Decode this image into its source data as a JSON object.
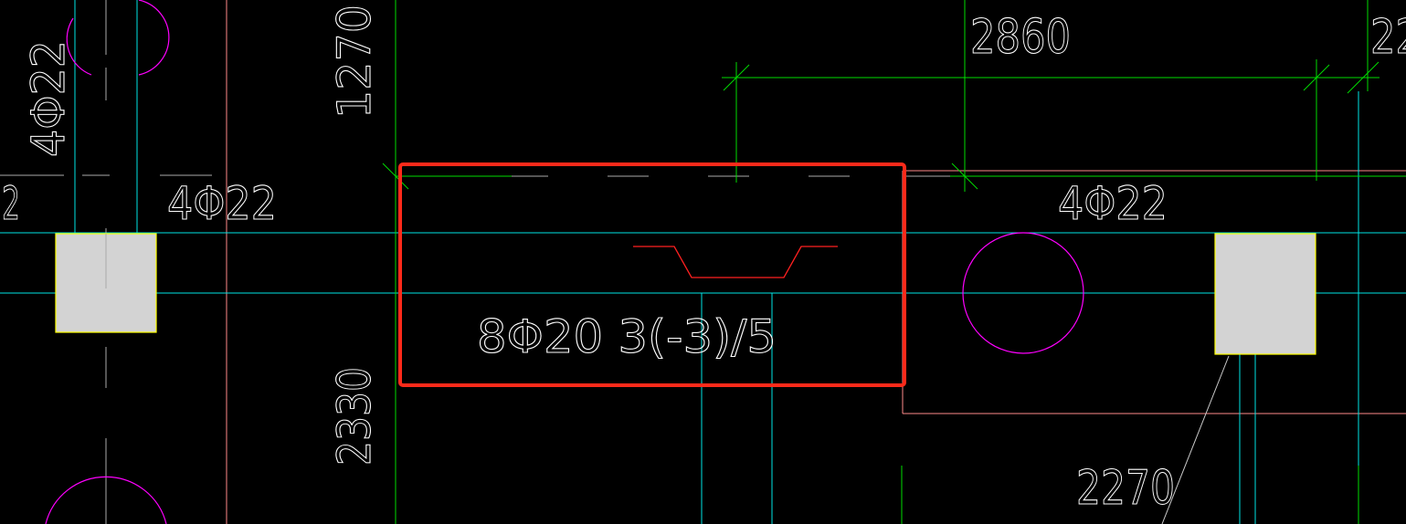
{
  "drawing": {
    "background_color": "#000000",
    "colors": {
      "axis_line": "#00ffff",
      "dimension_line": "#00ff00",
      "column_fill": "#d3d3d3",
      "column_outline": "#ffff00",
      "rebar_circle": "#ff00ff",
      "highlight_box": "#ff2a1a",
      "section_symbol": "#ff2020",
      "slab_edge": "#ff8080",
      "text": "#ffffff"
    },
    "texts": {
      "dim_top": "2860",
      "dim_top_right": "22",
      "dim_left_upper": "1270",
      "dim_left_lower": "2330",
      "dim_bottom_right": "2270",
      "rebar_left_vertical": "4Φ22",
      "rebar_left_edge": "2",
      "rebar_left": "4Φ22",
      "rebar_right": "4Φ22",
      "beam_note": "8Φ20 3(-3)/5"
    }
  }
}
